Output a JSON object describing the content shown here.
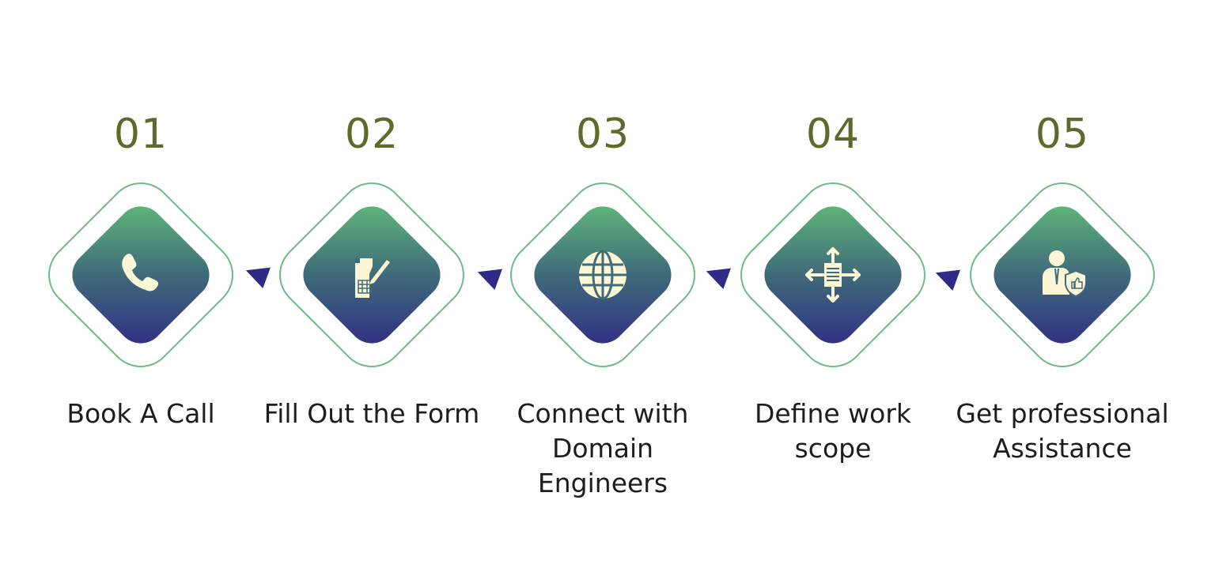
{
  "steps": [
    {
      "number": "01",
      "label": "Book A Call",
      "icon": "phone-icon"
    },
    {
      "number": "02",
      "label": "Fill Out the Form",
      "icon": "form-pencil-icon"
    },
    {
      "number": "03",
      "label": "Connect with Domain Engineers",
      "icon": "globe-icon"
    },
    {
      "number": "04",
      "label": "Define work scope",
      "icon": "scope-arrows-icon"
    },
    {
      "number": "05",
      "label": "Get professional Assistance",
      "icon": "professional-shield-icon"
    }
  ],
  "colors": {
    "number": "#5e6a2b",
    "outline": "#6dbb84",
    "gradient_start": "#2f2a86",
    "gradient_end": "#62bd78",
    "arrow": "#2e2a86",
    "icon": "#fbf6d6"
  }
}
